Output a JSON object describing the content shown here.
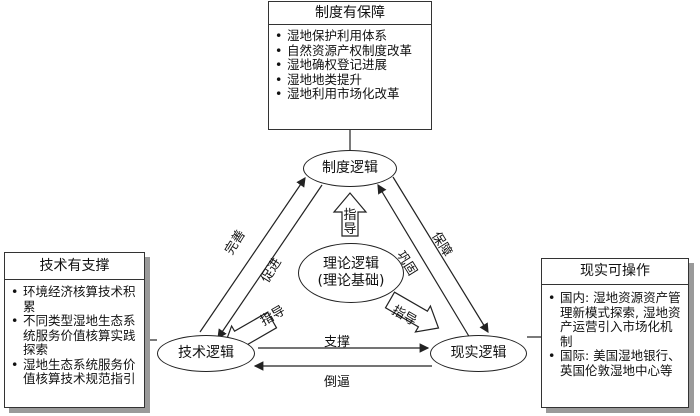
{
  "top_box": {
    "title": "制度有保障",
    "items": [
      "湿地保护利用体系",
      "自然资源产权制度改革",
      "湿地确权登记进展",
      "湿地地类提升",
      "湿地利用市场化改革"
    ]
  },
  "left_box": {
    "title": "技术有支撑",
    "items": [
      "环境经济核算技术积累",
      "不同类型湿地生态系统服务价值核算实践探索",
      "湿地生态系统服务价值核算技术规范指引"
    ]
  },
  "right_box": {
    "title": "现实可操作",
    "items": [
      "国内: 湿地资源资产管理新模式探索, 湿地资产运营引入市场化机制",
      "国际: 美国湿地银行、英国伦敦湿地中心等"
    ]
  },
  "nodes": {
    "institutional": "制度逻辑",
    "technical": "技术逻辑",
    "practical": "现实逻辑",
    "theory_line1": "理论逻辑",
    "theory_line2": "(理论基础)"
  },
  "edge_labels": {
    "perfect": "完善",
    "promote": "促进",
    "consolidate": "巩固",
    "guarantee": "保障",
    "support": "支撑",
    "force": "倒逼",
    "guide_up": "指导",
    "guide_left": "指导",
    "guide_right": "指导"
  }
}
